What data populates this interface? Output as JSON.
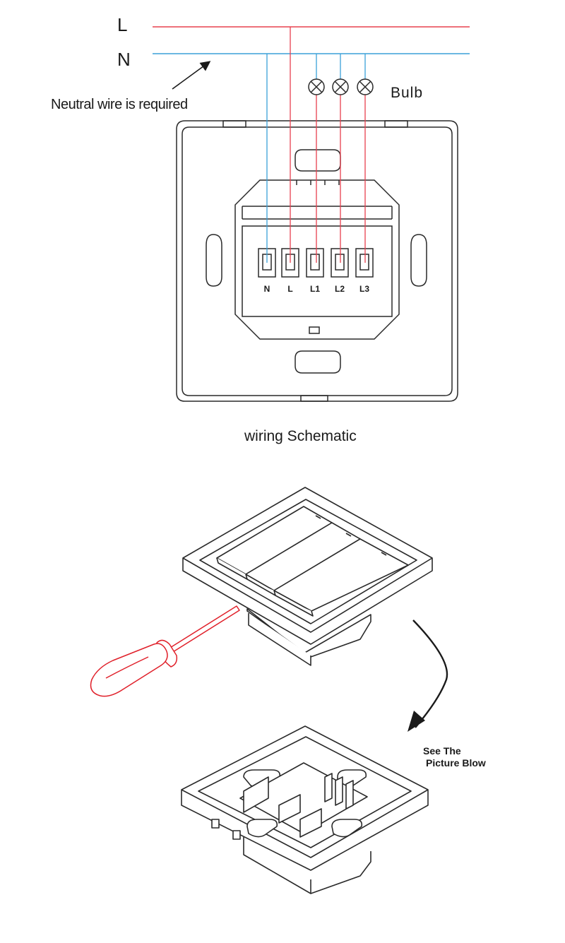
{
  "wiring": {
    "line_label": "L",
    "neutral_label": "N",
    "neutral_note": "Neutral wire is required",
    "bulb_label": "Bulb",
    "terminals": [
      "N",
      "L",
      "L1",
      "L2",
      "L3"
    ],
    "caption": "wiring Schematic",
    "colors": {
      "line_wire": "#e8404f",
      "neutral_wire": "#3aa0d8",
      "outline": "#2a2a2a",
      "screwdriver": "#e0202a"
    }
  },
  "install": {
    "see_text_line1": "See The",
    "see_text_line2": "Picture Blow"
  }
}
